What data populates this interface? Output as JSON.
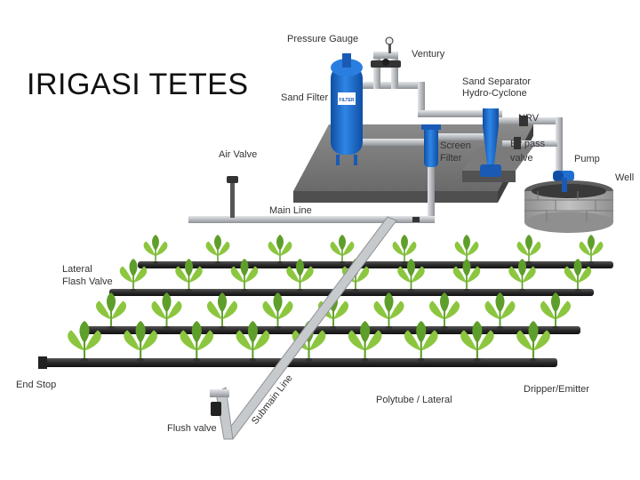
{
  "slide": {
    "title": "IRIGASI TETES"
  },
  "labels": {
    "pressure_gauge": "Pressure Gauge",
    "ventury": "Ventury",
    "sand_filter": "Sand Filter",
    "sand_separator_1": "Sand Separator",
    "sand_separator_2": "Hydro-Cyclone",
    "nrv": "NRV",
    "screen_filter_1": "Screen",
    "screen_filter_2": "Filter",
    "bypass_1": "By pass",
    "bypass_2": "valve",
    "pump": "Pump",
    "well": "Well",
    "air_valve": "Air Valve",
    "main_line": "Main Line",
    "lateral_flash_valve_1": "Lateral",
    "lateral_flash_valve_2": "Flash Valve",
    "end_stop": "End Stop",
    "submain_line": "Submain Line",
    "polytube_lateral": "Polytube / Lateral",
    "dripper_emitter": "Dripper/Emitter",
    "flush_valve": "Flush valve"
  },
  "filter_badge": "FILTER",
  "colors": {
    "pipe": "#b9bcc0",
    "pipe_dark": "#8d9094",
    "platform": "#6b6b6b",
    "filter_blue": "#1f6fd1",
    "lateral": "#2b2b2b",
    "leaf": "#8cc63f",
    "leaf_dark": "#5e9e2a",
    "stone": "#a7a7a7"
  }
}
